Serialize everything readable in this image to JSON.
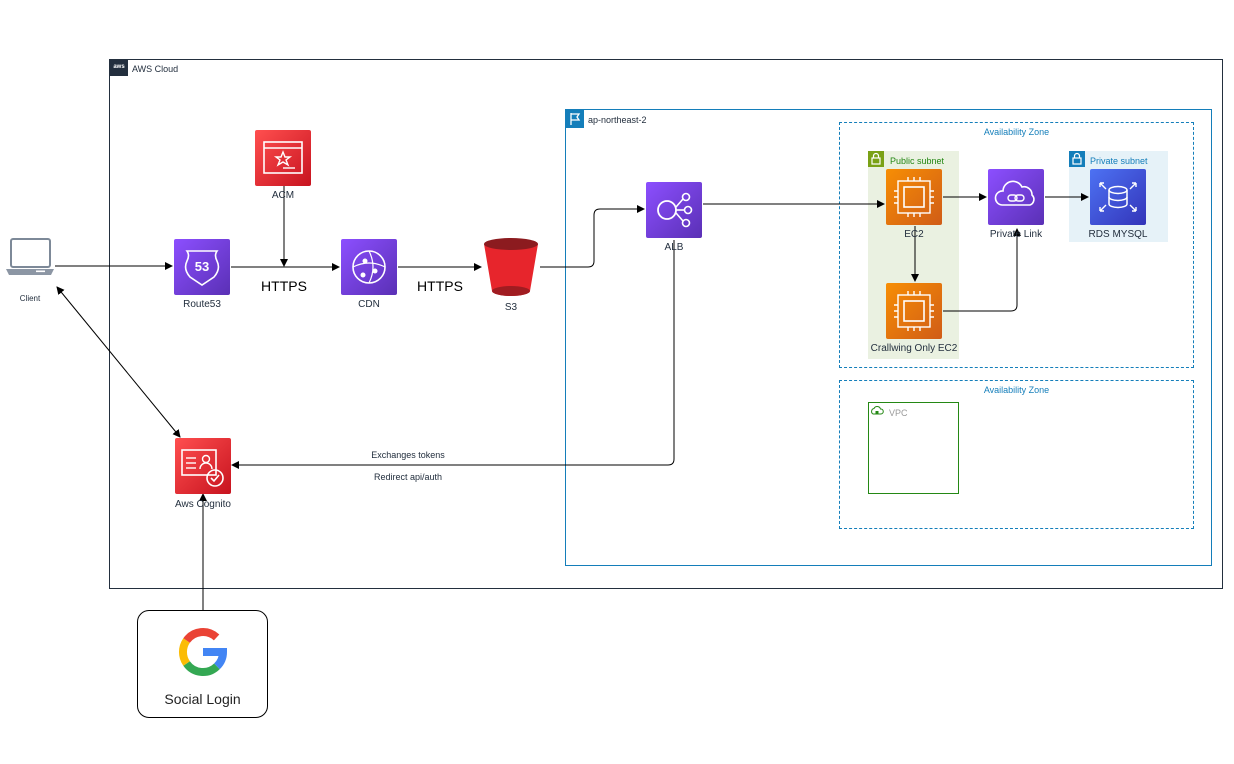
{
  "groups": {
    "aws_cloud": "AWS Cloud",
    "region": "ap-northeast-2",
    "az_top": "Availability Zone",
    "az_bottom": "Availability Zone",
    "public_subnet": "Public subnet",
    "private_subnet": "Private subnet",
    "vpc": "VPC"
  },
  "nodes": {
    "client": "Client",
    "acm": "ACM",
    "route53": "Route53",
    "route53_badge": "53",
    "cdn": "CDN",
    "s3": "S3",
    "alb": "ALB",
    "ec2": "EC2",
    "crawling_ec2": "Crallwing Only EC2",
    "private_link": "Private Link",
    "rds": "RDS MYSQL",
    "cognito": "Aws Cognito",
    "social_login": "Social Login"
  },
  "edges": {
    "https_1": "HTTPS",
    "https_2": "HTTPS",
    "exchange_tokens": "Exchanges tokens",
    "redirect": "Redirect api/auth"
  },
  "colors": {
    "compute": "#ed7100",
    "security": "#dd344c",
    "networking": "#8c4fff",
    "database": "#3b48cc",
    "region_border": "#147eba",
    "subnet_public": "#7aa116",
    "subnet_private": "#147eba"
  }
}
